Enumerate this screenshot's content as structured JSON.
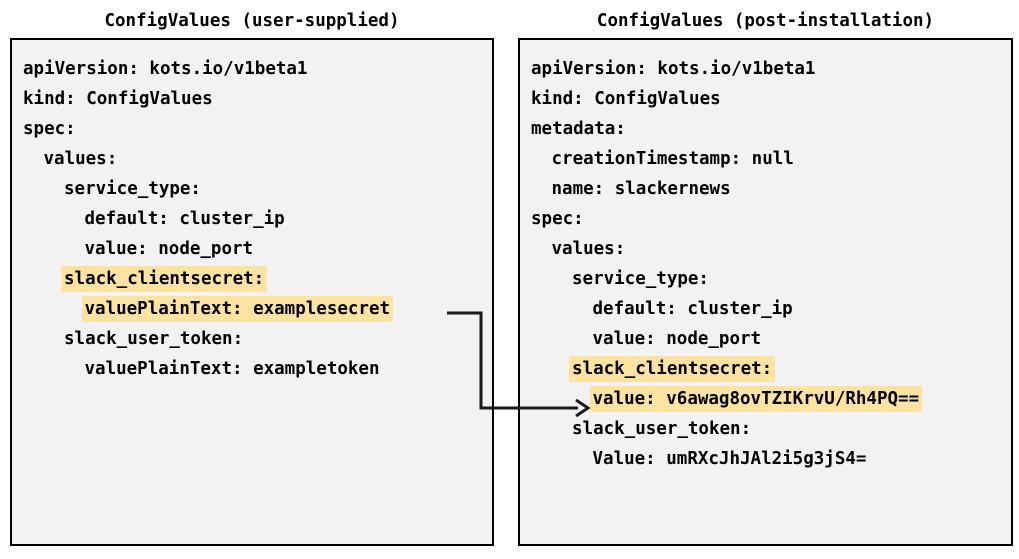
{
  "colors": {
    "highlight": "#fce3a2",
    "panel_background": "#f2f2f2",
    "panel_border": "#000000",
    "text": "#000000",
    "connector": "#1a1a1a",
    "page_background": "#ffffff"
  },
  "left_panel": {
    "title": "ConfigValues (user-supplied)",
    "lines": [
      {
        "text": "apiVersion: kots.io/v1beta1",
        "indent": 0,
        "highlight": false
      },
      {
        "text": "kind: ConfigValues",
        "indent": 0,
        "highlight": false
      },
      {
        "text": "spec:",
        "indent": 0,
        "highlight": false
      },
      {
        "text": "values:",
        "indent": 1,
        "highlight": false
      },
      {
        "text": "service_type:",
        "indent": 2,
        "highlight": false
      },
      {
        "text": "default: cluster_ip",
        "indent": 3,
        "highlight": false
      },
      {
        "text": "value: node_port",
        "indent": 3,
        "highlight": false
      },
      {
        "text": "slack_clientsecret:",
        "indent": 2,
        "highlight": true
      },
      {
        "text": "valuePlainText: examplesecret",
        "indent": 3,
        "highlight": true
      },
      {
        "text": "slack_user_token:",
        "indent": 2,
        "highlight": false
      },
      {
        "text": "valuePlainText: exampletoken",
        "indent": 3,
        "highlight": false
      }
    ]
  },
  "right_panel": {
    "title": "ConfigValues (post-installation)",
    "lines": [
      {
        "text": "apiVersion: kots.io/v1beta1",
        "indent": 0,
        "highlight": false
      },
      {
        "text": "kind: ConfigValues",
        "indent": 0,
        "highlight": false
      },
      {
        "text": "metadata:",
        "indent": 0,
        "highlight": false
      },
      {
        "text": "creationTimestamp: null",
        "indent": 1,
        "highlight": false
      },
      {
        "text": "name: slackernews",
        "indent": 1,
        "highlight": false
      },
      {
        "text": "spec:",
        "indent": 0,
        "highlight": false
      },
      {
        "text": "values:",
        "indent": 1,
        "highlight": false
      },
      {
        "text": "service_type:",
        "indent": 2,
        "highlight": false
      },
      {
        "text": "default: cluster_ip",
        "indent": 3,
        "highlight": false
      },
      {
        "text": "value: node_port",
        "indent": 3,
        "highlight": false
      },
      {
        "text": "slack_clientsecret:",
        "indent": 2,
        "highlight": true
      },
      {
        "text": "value: v6awag8ovTZIKrvU/Rh4PQ==",
        "indent": 3,
        "highlight": true
      },
      {
        "text": "slack_user_token:",
        "indent": 2,
        "highlight": false
      },
      {
        "text": "Value: umRXcJhJAl2i5g3jS4=",
        "indent": 3,
        "highlight": false
      }
    ]
  },
  "connector": {
    "label": "maps-to-arrow",
    "from": "valuePlainText: examplesecret",
    "to": "value: v6awag8ovTZIKrvU/Rh4PQ=="
  }
}
